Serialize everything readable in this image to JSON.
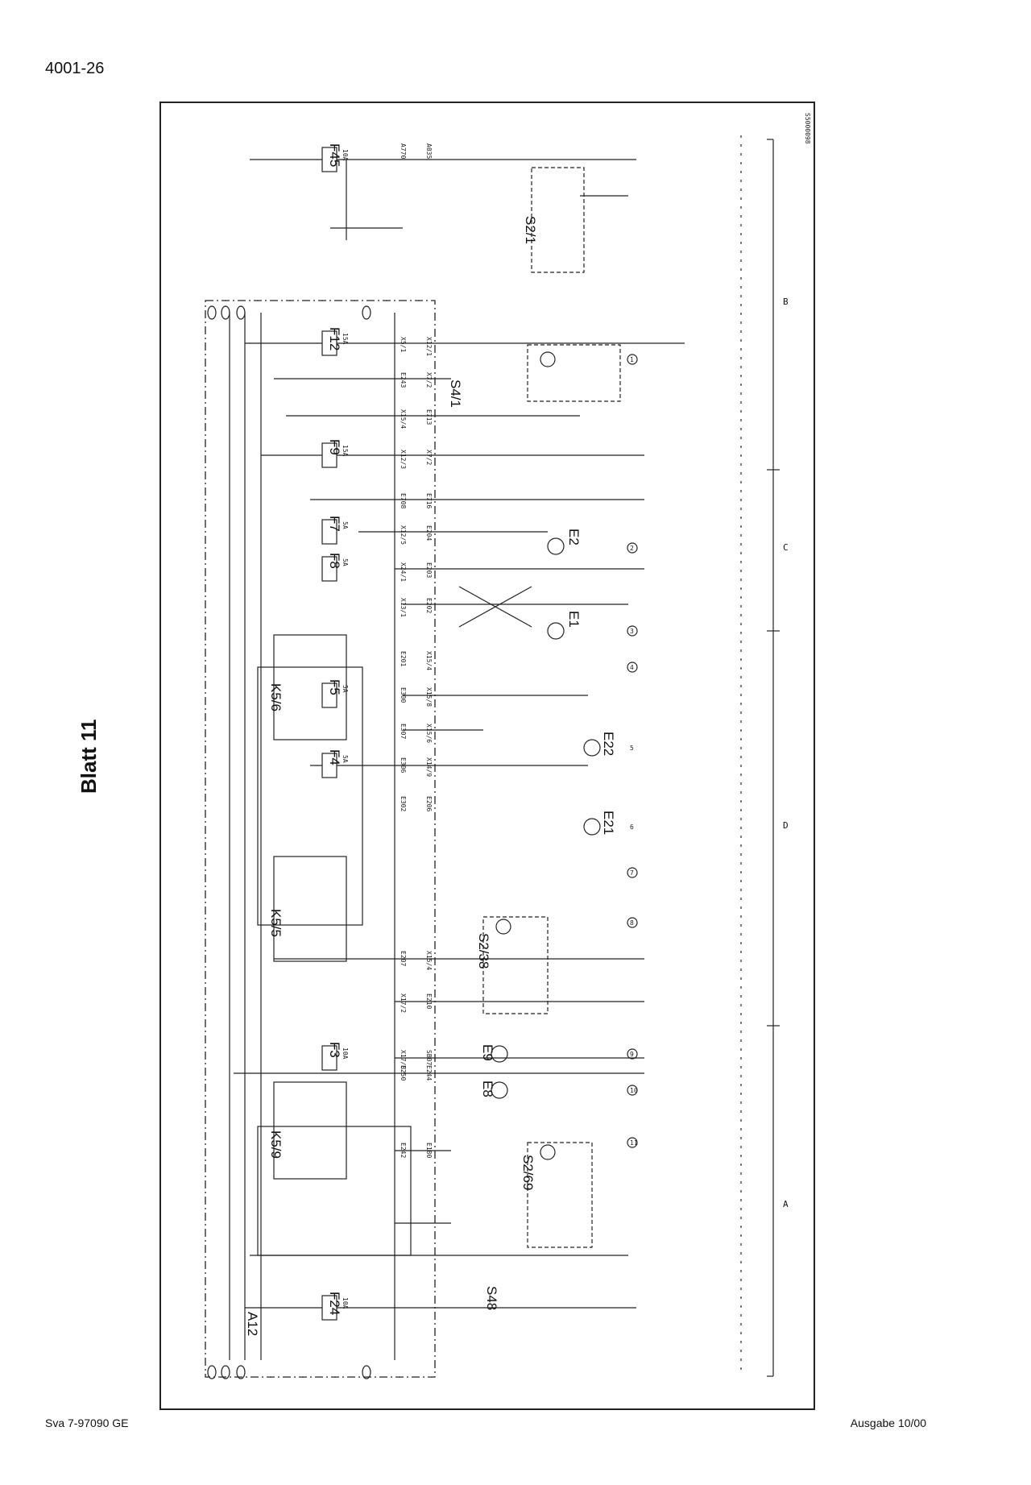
{
  "header": {
    "page_id": "4001-26",
    "sheet_label": "Blatt 11"
  },
  "footer": {
    "left": "Sva 7-97090 GE",
    "right": "Ausgabe 10/00"
  },
  "drawing": {
    "doc_code": "S5000098",
    "module_label": "A12",
    "fuses": [
      {
        "id": "F45",
        "rating": "10A"
      },
      {
        "id": "F12",
        "rating": "15A"
      },
      {
        "id": "F9",
        "rating": "15A"
      },
      {
        "id": "F7",
        "rating": "5A"
      },
      {
        "id": "F8",
        "rating": "5A"
      },
      {
        "id": "F5",
        "rating": "5A"
      },
      {
        "id": "F4",
        "rating": "5A"
      },
      {
        "id": "F3",
        "rating": "10A"
      },
      {
        "id": "F24",
        "rating": "10A"
      }
    ],
    "relays": [
      "K5/6",
      "K5/5",
      "K5/9"
    ],
    "switches": [
      "S2/1",
      "S4/1",
      "S2/38",
      "S2/69",
      "S48"
    ],
    "lamps": [
      "E2",
      "E1",
      "E22",
      "E21",
      "E9",
      "E8"
    ],
    "section_labels": [
      "B",
      "C",
      "D",
      "A"
    ],
    "wire_labels": [
      "A770",
      "A035",
      "X5/1",
      "X12/1",
      "E243",
      "X7/2",
      "X15/4",
      "E713",
      "X12/3",
      "X7/2",
      "E708",
      "E716",
      "X12/5",
      "E204",
      "X24/1",
      "E203",
      "X13/1",
      "E202",
      "E201",
      "X15/4",
      "E300",
      "X15/8",
      "E307",
      "X15/6",
      "E306",
      "X14/9",
      "E302",
      "E206",
      "E207",
      "X15/4",
      "X17/2",
      "E210",
      "X17/8",
      "SB07",
      "E250",
      "E244",
      "E242",
      "E180"
    ],
    "connector_numbers": [
      "1",
      "2",
      "3",
      "4",
      "5",
      "6",
      "7",
      "8",
      "9",
      "10",
      "11"
    ]
  }
}
